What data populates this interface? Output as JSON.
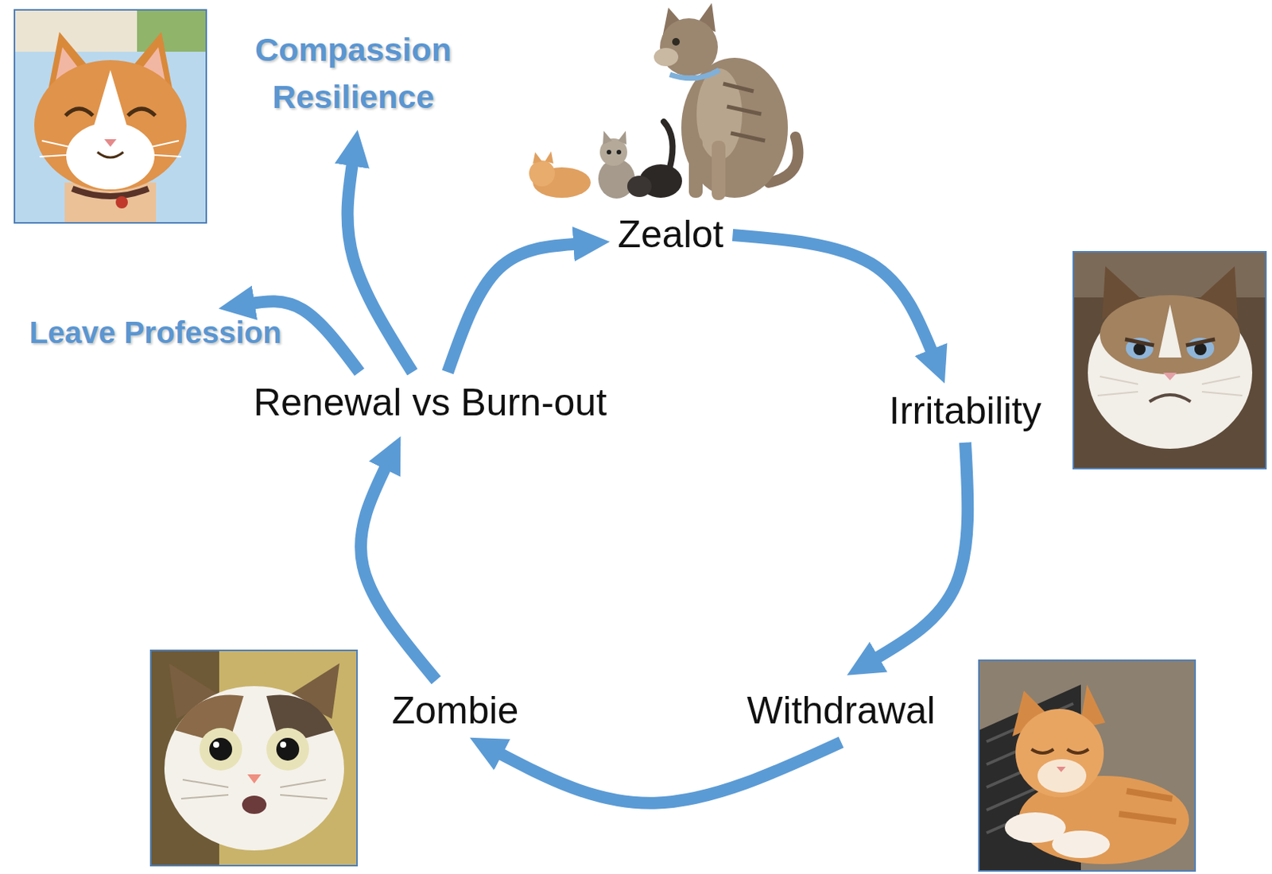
{
  "diagram": {
    "nodes": [
      {
        "text": [
          "Compassion Resilience"
        ]
      },
      {
        "text": [
          "Zealot"
        ]
      },
      {
        "text": [
          "Leave Profession"
        ]
      },
      {
        "text": [
          "Renewal vs Burn-out"
        ]
      },
      {
        "text": [
          "Irritability"
        ]
      },
      {
        "text": [
          "Zombie"
        ]
      },
      {
        "text": [
          "Withdrawal"
        ]
      }
    ],
    "edges": [
      {
        "from": 1,
        "to": 4,
        "arrow": "to"
      },
      {
        "from": 4,
        "to": 6,
        "arrow": "to"
      },
      {
        "from": 6,
        "to": 5,
        "arrow": "to"
      },
      {
        "from": 5,
        "to": 3,
        "arrow": "to"
      },
      {
        "from": 3,
        "to": 1,
        "arrow": "to"
      },
      {
        "from": 3,
        "to": 0,
        "arrow": "to"
      },
      {
        "from": 3,
        "to": 2,
        "arrow": "to"
      }
    ]
  }
}
